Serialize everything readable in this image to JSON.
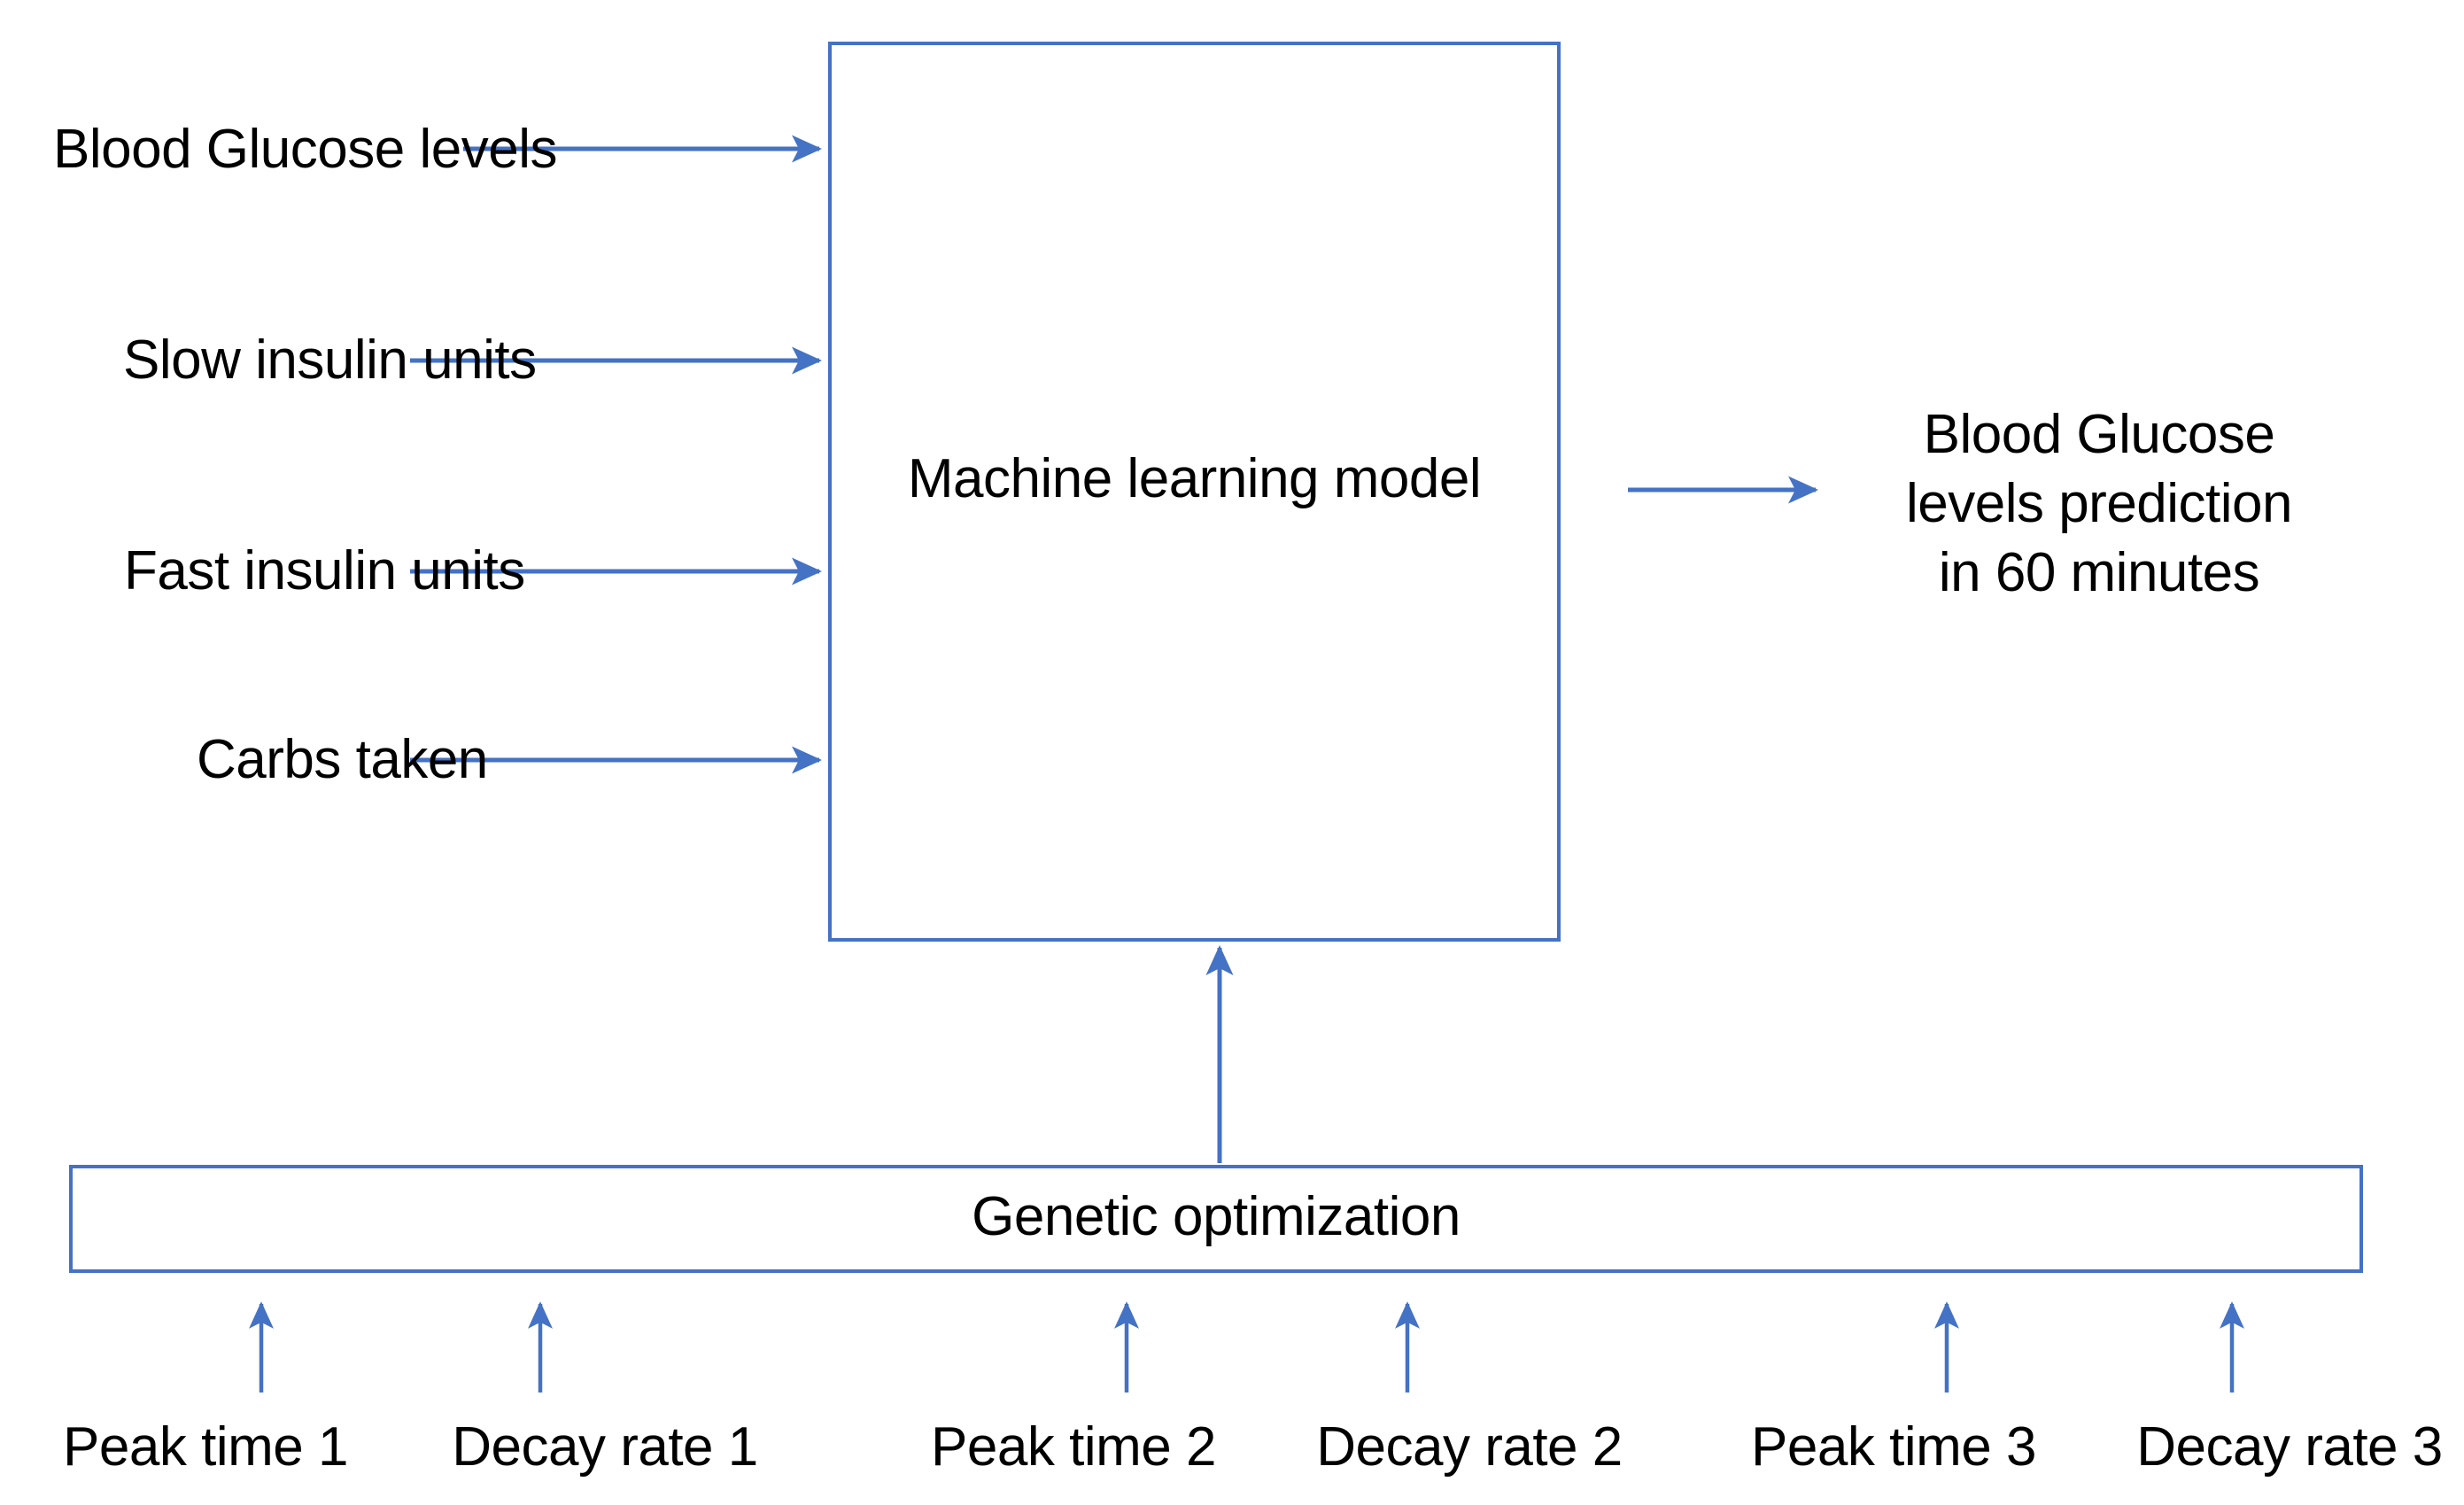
{
  "diagram": {
    "title_text": "Machine learning model",
    "accent_color": "#4472c4",
    "text_color": "#000000",
    "background_color": "#ffffff",
    "model_box": {
      "label": "Machine learning model"
    },
    "optimizer_box": {
      "label": "Genetic optimization"
    },
    "inputs": [
      {
        "label": "Blood Glucose levels",
        "icon": "arrow-right-icon"
      },
      {
        "label": "Slow insulin units",
        "icon": "arrow-right-icon"
      },
      {
        "label": "Fast insulin units",
        "icon": "arrow-right-icon"
      },
      {
        "label": "Carbs taken",
        "icon": "arrow-right-icon"
      }
    ],
    "output": {
      "line1": "Blood Glucose",
      "line2": "levels prediction",
      "line3": "in 60 minutes",
      "icon": "arrow-right-icon"
    },
    "parameters": [
      {
        "label": "Peak time 1",
        "icon": "arrow-up-icon"
      },
      {
        "label": "Decay rate 1",
        "icon": "arrow-up-icon"
      },
      {
        "label": "Peak time 2",
        "icon": "arrow-up-icon"
      },
      {
        "label": "Decay rate 2",
        "icon": "arrow-up-icon"
      },
      {
        "label": "Peak time 3",
        "icon": "arrow-up-icon"
      },
      {
        "label": "Decay rate 3",
        "icon": "arrow-up-icon"
      }
    ],
    "feedback_arrow": {
      "icon": "arrow-up-icon"
    }
  }
}
